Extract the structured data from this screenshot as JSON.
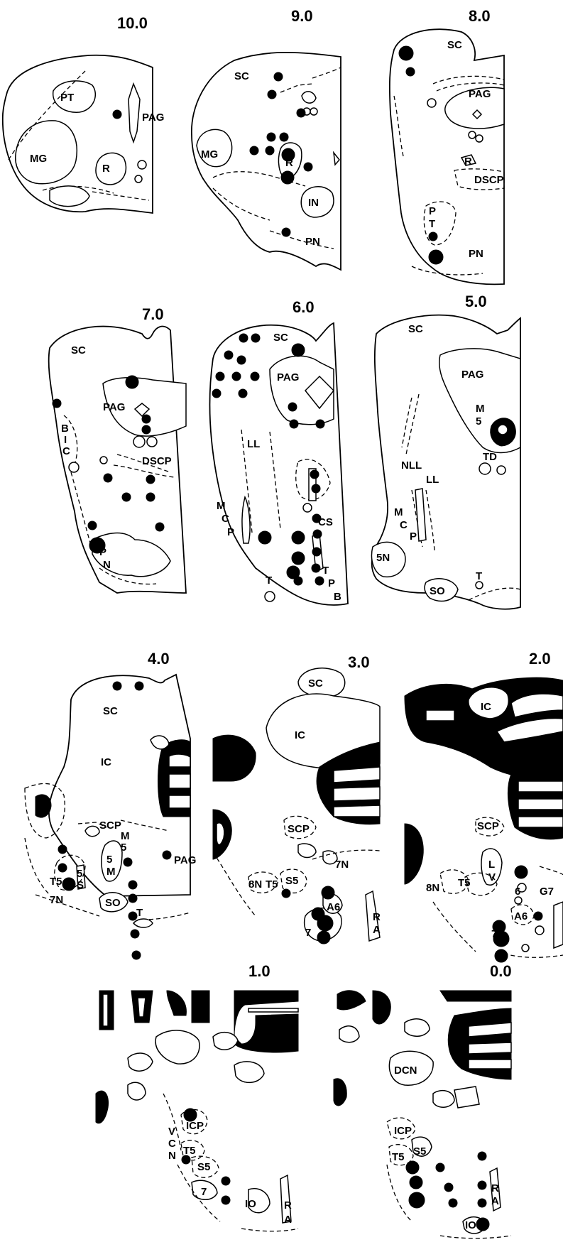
{
  "figure": {
    "panels": [
      {
        "id": "p10",
        "title": "10.0",
        "labels": [
          "PT",
          "PAG",
          "MG",
          "R"
        ]
      },
      {
        "id": "p9",
        "title": "9.0",
        "labels": [
          "SC",
          "MG",
          "R",
          "IN",
          "PN"
        ]
      },
      {
        "id": "p8",
        "title": "8.0",
        "labels": [
          "SC",
          "PAG",
          "R",
          "DSCP",
          "P",
          "T",
          "PN"
        ]
      },
      {
        "id": "p7",
        "title": "7.0",
        "labels": [
          "SC",
          "PAG",
          "B",
          "I",
          "C",
          "DSCP",
          "P",
          "N"
        ]
      },
      {
        "id": "p6",
        "title": "6.0",
        "labels": [
          "SC",
          "PAG",
          "LL",
          "CS",
          "M",
          "C",
          "P",
          "T",
          "T",
          "P",
          "B"
        ]
      },
      {
        "id": "p5",
        "title": "5.0",
        "labels": [
          "SC",
          "PAG",
          "M",
          "5",
          "NLL",
          "LL",
          "TD",
          "M",
          "C",
          "P",
          "5N",
          "SO",
          "T"
        ]
      },
      {
        "id": "p4",
        "title": "4.0",
        "labels": [
          "SC",
          "IC",
          "SCP",
          "M",
          "5",
          "PAG",
          "5",
          "M",
          "T5",
          "5",
          "S",
          "7N",
          "SO",
          "T"
        ]
      },
      {
        "id": "p3",
        "title": "3.0",
        "labels": [
          "SC",
          "IC",
          "SCP",
          "7N",
          "8N",
          "T5",
          "S5",
          "A6",
          "7",
          "R",
          "A"
        ]
      },
      {
        "id": "p2",
        "title": "2.0",
        "labels": [
          "IC",
          "SCP",
          "L",
          "V",
          "6",
          "G7",
          "8N",
          "T5",
          "A6",
          "7"
        ]
      },
      {
        "id": "p1",
        "title": "1.0",
        "labels": [
          "ICP",
          "V",
          "C",
          "N",
          "T5",
          "S5",
          "7",
          "IO",
          "R",
          "A"
        ]
      },
      {
        "id": "p0",
        "title": "0.0",
        "labels": [
          "DCN",
          "ICP",
          "T5",
          "S5",
          "IO",
          "R",
          "A"
        ]
      }
    ]
  }
}
